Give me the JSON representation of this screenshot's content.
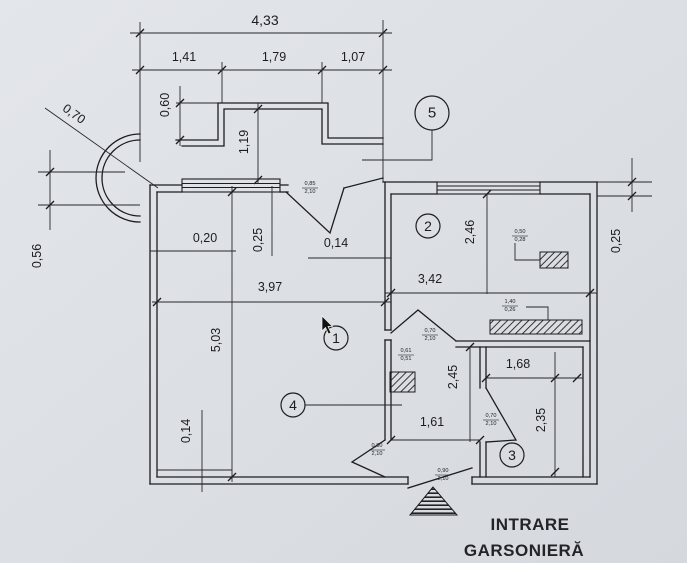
{
  "colors": {
    "paper": "#dde0e5",
    "ink": "#1c1d21"
  },
  "dimensions": {
    "overall_width": "4,33",
    "segment_left": "1,41",
    "segment_middle": "1,79",
    "segment_right": "1,07",
    "bay_radius": "0,70",
    "bay_depth": "0,60",
    "bay_height": "1,19",
    "bay_offset": "0,56",
    "room1_wall_left": "0,20",
    "room1_wall_top": "0,25",
    "room1_wall_inner": "0,14",
    "room1_width": "3,97",
    "room1_length": "5,03",
    "room1_wall_bottom": "0,14",
    "room2_depth": "2,46",
    "room2_width": "3,42",
    "wall_right": "0,25",
    "room4_depth": "2,45",
    "room4_width": "1,61",
    "room3_width": "1,68",
    "room3_depth": "2,35"
  },
  "room_numbers": {
    "room1": "1",
    "room2": "2",
    "room3": "3",
    "room4": "4",
    "room5": "5"
  },
  "openings": [
    {
      "top": "0,85",
      "bottom": "2,10"
    },
    {
      "top": "0,50",
      "bottom": "0,28"
    },
    {
      "top": "1,40",
      "bottom": "0,26"
    },
    {
      "top": "0,70",
      "bottom": "2,10"
    },
    {
      "top": "0,61",
      "bottom": "0,51"
    },
    {
      "top": "0,70",
      "bottom": "2,10"
    },
    {
      "top": "0,80",
      "bottom": "2,10"
    },
    {
      "top": "0,90",
      "bottom": "2,10"
    }
  ],
  "entrance": {
    "line1": "INTRARE",
    "line2": "GARSONIERĂ"
  }
}
